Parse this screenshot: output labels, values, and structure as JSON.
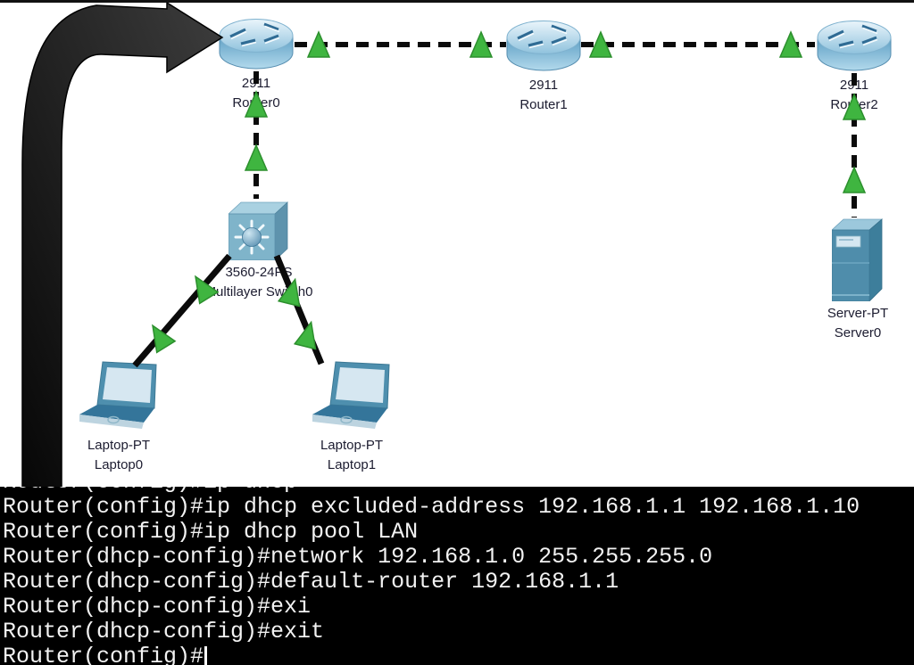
{
  "topology": {
    "devices": [
      {
        "model": "2911",
        "name": "Router0"
      },
      {
        "model": "2911",
        "name": "Router1"
      },
      {
        "model": "2911",
        "name": "Router2"
      },
      {
        "model": "3560-24PS",
        "name": "Multilayer Switch0"
      },
      {
        "model": "Laptop-PT",
        "name": "Laptop0"
      },
      {
        "model": "Laptop-PT",
        "name": "Laptop1"
      },
      {
        "model": "Server-PT",
        "name": "Server0"
      }
    ],
    "links": [
      {
        "from": "Router0",
        "to": "Router1",
        "style": "dashed"
      },
      {
        "from": "Router1",
        "to": "Router2",
        "style": "dashed"
      },
      {
        "from": "Router0",
        "to": "Multilayer Switch0",
        "style": "dashed"
      },
      {
        "from": "Router2",
        "to": "Server0",
        "style": "dashed"
      },
      {
        "from": "Multilayer Switch0",
        "to": "Laptop0",
        "style": "solid"
      },
      {
        "from": "Multilayer Switch0",
        "to": "Laptop1",
        "style": "solid"
      }
    ],
    "colors": {
      "link_up_arrow": "#3fb540",
      "label_text": "#1c1c30",
      "annotation_arrow": "#232323",
      "canvas_bg": "#ffffff"
    }
  },
  "terminal": {
    "bg": "#000000",
    "fg": "#f2f2f2",
    "partial_top_line": "Router(config)#ip dhcp",
    "lines": [
      "Router(config)#ip dhcp excluded-address 192.168.1.1 192.168.1.10",
      "Router(config)#ip dhcp pool LAN",
      "Router(dhcp-config)#network 192.168.1.0 255.255.255.0",
      "Router(dhcp-config)#default-router 192.168.1.1",
      "Router(dhcp-config)#exi",
      "Router(dhcp-config)#exit"
    ],
    "prompt": "Router(config)#"
  }
}
